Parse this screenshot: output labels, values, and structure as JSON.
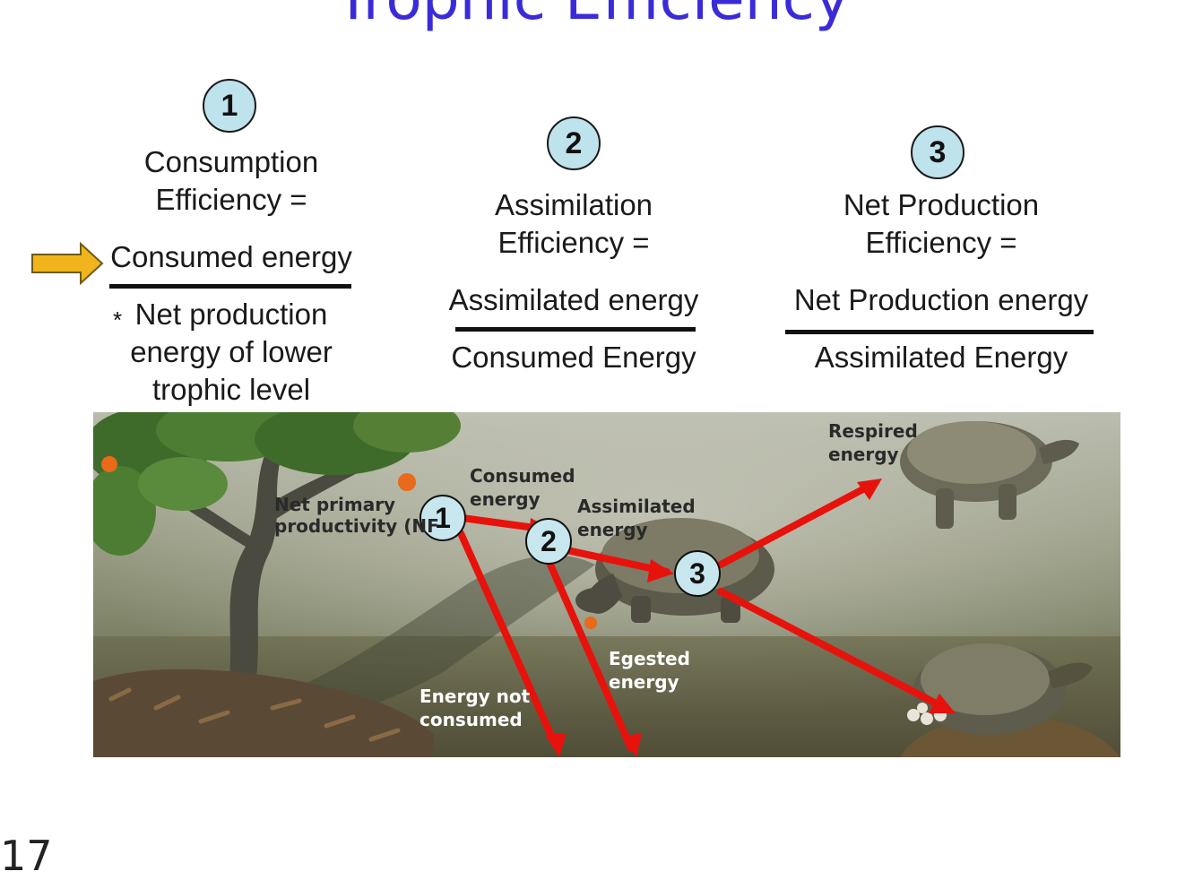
{
  "title": "Trophic Efficiency",
  "panels": [
    {
      "number": "1",
      "heading_line1": "Consumption",
      "heading_line2": "Efficiency =",
      "numerator": "Consumed energy",
      "denominator_marker": "*",
      "denominator_lines": [
        "Net production",
        "energy of lower",
        "trophic level"
      ]
    },
    {
      "number": "2",
      "heading_line1": "Assimilation",
      "heading_line2": "Efficiency =",
      "numerator": "Assimilated energy",
      "denominator_lines": [
        "Consumed Energy"
      ]
    },
    {
      "number": "3",
      "heading_line1": "Net Production",
      "heading_line2": "Efficiency =",
      "numerator": "Net Production energy",
      "denominator_lines": [
        "Assimilated Energy"
      ]
    }
  ],
  "scene": {
    "badges": [
      "1",
      "2",
      "3"
    ],
    "labels": {
      "npp_line1": "Net primary",
      "npp_line2": "productivity (NF",
      "consumed_line1": "Consumed",
      "consumed_line2": "energy",
      "assimilated_line1": "Assimilated",
      "assimilated_line2": "energy",
      "respired_line1": "Respired",
      "respired_line2": "energy",
      "egested_line1": "Egested",
      "egested_line2": "energy",
      "not_consumed_line1": "Energy not",
      "not_consumed_line2": "consumed"
    }
  },
  "page_number": "17",
  "colors": {
    "title": "#3a2bd9",
    "badge_fill": "#bfe3ec",
    "arrow_red": "#e8120c",
    "pointer_arrow": "#f2b41c"
  },
  "icons": {
    "pointer": "right-arrow-icon"
  }
}
